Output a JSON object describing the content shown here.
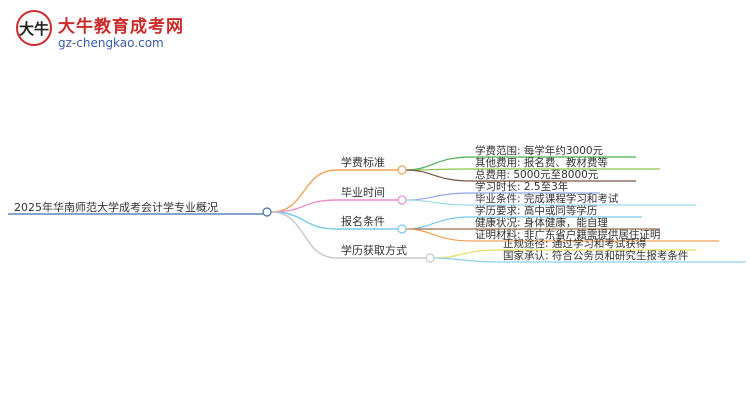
{
  "logo": {
    "mark_text": "大牛",
    "title": "大牛教育成考网",
    "url": "gz-chengkao.com",
    "colors": {
      "title": "#cc2b2b",
      "url": "#3a5da8"
    }
  },
  "mindmap": {
    "root": "2025年华南师范大学成考会计学专业概况",
    "branches": [
      {
        "label": "学费标准",
        "color": "#f0a35c",
        "leaves": [
          {
            "text": "学费范围: 每学年约3000元",
            "color": "#4caf50"
          },
          {
            "text": "其他费用: 报名费、教材费等",
            "color": "#8bc34a"
          },
          {
            "text": "总费用: 5000元至8000元",
            "color": "#795548"
          }
        ]
      },
      {
        "label": "毕业时间",
        "color": "#e98ec9",
        "leaves": [
          {
            "text": "学习时长: 2.5至3年",
            "color": "#8fa8e8"
          },
          {
            "text": "毕业条件: 完成课程学习和考试",
            "color": "#9fd9ec"
          }
        ]
      },
      {
        "label": "报名条件",
        "color": "#7ac8ee",
        "leaves": [
          {
            "text": "学历要求: 高中或同等学历",
            "color": "#7ac8ee"
          },
          {
            "text": "健康状况: 身体健康，能自理",
            "color": "#9e6f52"
          },
          {
            "text": "证明材料: 非广东省户籍需提供居住证明",
            "color": "#f0a35c"
          }
        ]
      },
      {
        "label": "学历获取方式",
        "color": "#c8c8c8",
        "leaves": [
          {
            "text": "正规途径: 通过学习和考试获得",
            "color": "#e3e060"
          },
          {
            "text": "国家承认: 符合公务员和研究生报考条件",
            "color": "#8fcfe8"
          }
        ]
      }
    ]
  }
}
